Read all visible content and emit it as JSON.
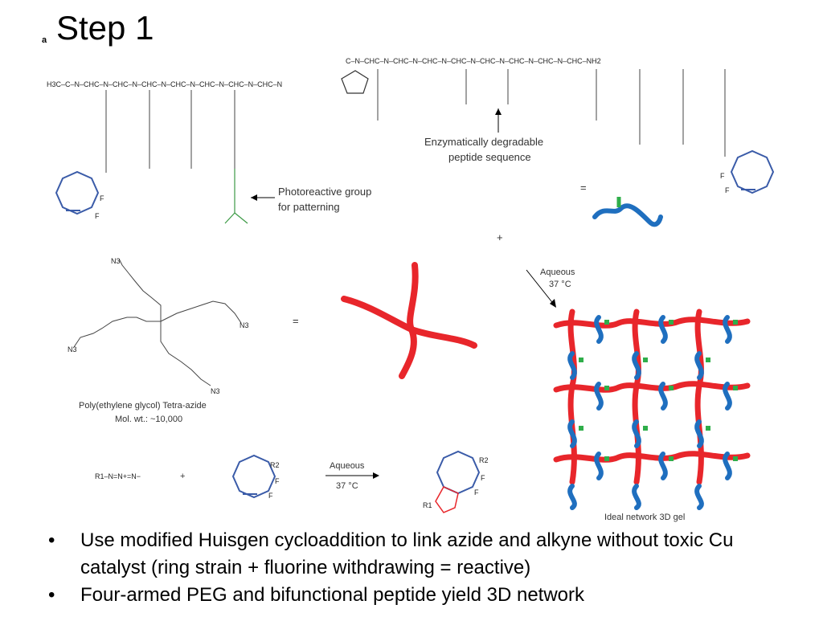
{
  "slide": {
    "title": "Step 1",
    "panel_letter": "a"
  },
  "figure": {
    "peptide_chain_start": "H3C–C–N–CHC–N–CHC–N–CHC–N–CHC–N–CHC–N–CHC–N–CHC–N",
    "peptide_chain_end": "C–N–CHC–N–CHC–N–CHC–N–CHC–N–CHC–N–CHC–N–CHC–N–CHC–NH2",
    "photoreactive_label_line1": "Photoreactive group",
    "photoreactive_label_line2": "for patterning",
    "enzymatic_label_line1": "Enzymatically degradable",
    "enzymatic_label_line2": "peptide sequence",
    "peg_label_line1": "Poly(ethylene glycol) Tetra-azide",
    "peg_label_line2": "Mol. wt.: ~10,000",
    "aqueous_label_top": "Aqueous",
    "temp_label_top": "37 °C",
    "aqueous_label_bottom": "Aqueous",
    "temp_label_bottom": "37 °C",
    "gel_label": "Ideal network 3D gel",
    "equals_1": "=",
    "equals_2": "=",
    "plus_1": "+",
    "plus_2": "+",
    "azide_formula": "R1–N=N+=N−",
    "fluorine": "F",
    "r2": "R2",
    "r1": "R1",
    "n3": "N3"
  },
  "bullets": [
    {
      "marker": "•",
      "text": "Use modified Huisgen cycloaddition to link azide and alkyne without toxic Cu catalyst (ring strain + fluorine withdrawing = reactive)"
    },
    {
      "marker": "•",
      "text": " Four-armed PEG and bifunctional peptide yield 3D network"
    }
  ],
  "colors": {
    "peg_red": "#e8262b",
    "peptide_blue": "#1f6fbf",
    "crosslink_green": "#2fae4a",
    "ring_blue": "#3a5ba8",
    "photo_green": "#3c9a45"
  }
}
